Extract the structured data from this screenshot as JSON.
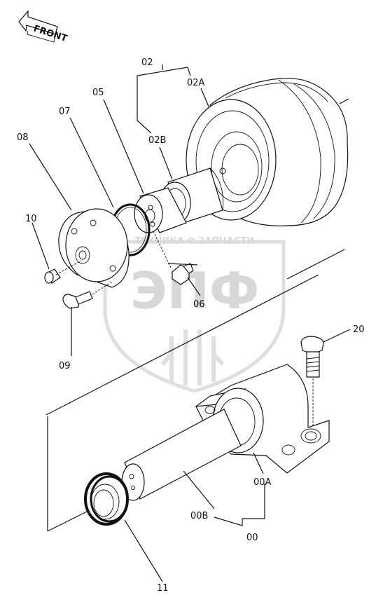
{
  "front_label": "FRONT",
  "watermark": {
    "top_text": "ТЕХНИКА ❂ ЗАПЧАСТИ",
    "logo_text": "ЭПФ"
  },
  "part_labels": {
    "p00": "00",
    "p00a": "00A",
    "p00b": "00B",
    "p02": "02",
    "p02a": "02A",
    "p02b": "02B",
    "p05": "05",
    "p06": "06",
    "p07": "07",
    "p08": "08",
    "p09": "09",
    "p10": "10",
    "p11": "11",
    "p20": "20"
  }
}
